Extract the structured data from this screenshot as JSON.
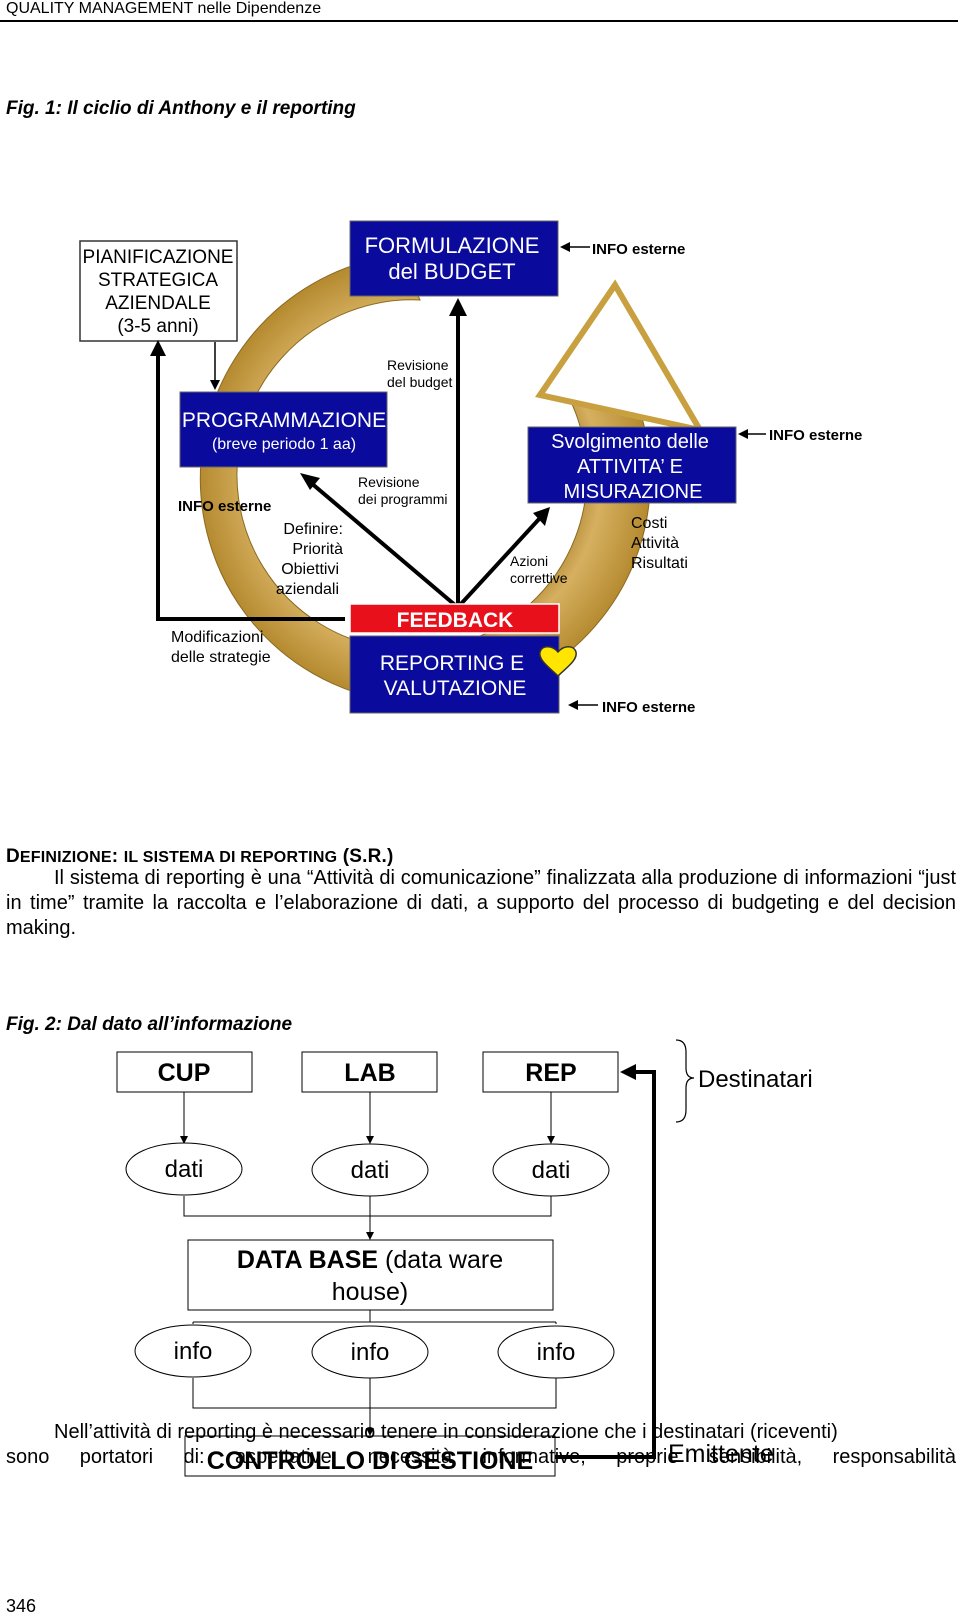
{
  "header": {
    "title": "QUALITY MANAGEMENT nelle Dipendenze"
  },
  "fig1": {
    "caption": "Fig. 1: Il ciclio di Anthony e il reporting",
    "pianificazione": [
      "PIANIFICAZIONE",
      "STRATEGICA",
      "AZIENDALE",
      "(3-5 anni)"
    ],
    "formulazione": [
      "FORMULAZIONE",
      "del BUDGET"
    ],
    "programmazione": [
      "PROGRAMMAZIONE",
      "(breve periodo 1 aa)"
    ],
    "svolgimento": [
      "Svolgimento delle",
      "ATTIVITA’ E",
      "MISURAZIONE"
    ],
    "feedback": "FEEDBACK",
    "reporting": [
      "REPORTING E",
      "VALUTAZIONE"
    ],
    "info_esterne": "INFO esterne",
    "revisione_budget": [
      "Revisione",
      "del budget"
    ],
    "revisione_programmi": [
      "Revisione",
      "dei programmi"
    ],
    "definire": [
      "Definire:",
      "Priorità",
      "Obiettivi",
      "aziendali"
    ],
    "azioni": [
      "Azioni",
      "correttive"
    ],
    "costi": [
      "Costi",
      "Attività",
      "Risultati"
    ],
    "modificazioni": [
      "Modificazioni",
      "delle strategie"
    ]
  },
  "definition": {
    "title_big1": "D",
    "title_small1": "EFINIZIONE",
    "title_colon": ": ",
    "title_small2": "IL SISTEMA DI REPORTING",
    "title_big2": " (S.R.)",
    "text": "Il sistema di reporting è una “Attività di comunicazione” finalizzata alla produzione di informazioni “just in time” tramite la raccolta e l’elaborazione di dati, a supporto del processo di budgeting e del decision making."
  },
  "fig2": {
    "caption": "Fig. 2: Dal dato all’informazione",
    "sources": [
      "CUP",
      "LAB",
      "REP"
    ],
    "dati": [
      "dati",
      "dati",
      "dati"
    ],
    "database_bold": "DATA BASE",
    "database_rest": " (data ware",
    "database_line2": "house)",
    "info": [
      "info",
      "info",
      "info"
    ],
    "destinatari": "Destinatari",
    "controllo": "CONTROLLO DI GESTIONE",
    "emittente": "Emittente"
  },
  "paragraph2": {
    "line1": "Nell’attività di reporting è necessario tenere in considerazione che i destinatari (riceventi)",
    "line2": "sono portatori di: aspettative, necessità informative, proprie sensibilità, responsabilità"
  },
  "footer": {
    "page_number": "346"
  },
  "colors": {
    "dark_blue": "#0a0a9c",
    "red": "#e8101a",
    "gold": "#c9a040",
    "yellow": "#ffe500"
  }
}
